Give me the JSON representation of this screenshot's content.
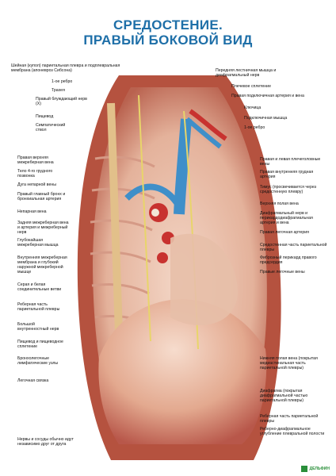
{
  "title": {
    "line1": "СРЕДОСТЕНИЕ.",
    "line2": "ПРАВЫЙ БОКОВОЙ ВИД"
  },
  "labels_left": [
    "Шейная (купол) париетальная плевра и подплевральная мембрана (апоневроз Сибсона)",
    "1-ое ребро",
    "Трахея",
    "Правый блуждающий нерв (X)",
    "Пищевод",
    "Симпатический ствол",
    "Правая верхняя межреберная вена",
    "Тело 4-го грудного позвонка",
    "Дуга непарной вены",
    "Правый главный бронх и бронхиальная артерия",
    "Непарная вена",
    "Задняя межреберная вена и артерия и межреберный нерв",
    "Глубокайшая межреберная мышца",
    "Внутренняя межреберная мембрана и глубокий наружной межреберной мышце",
    "Серая и белая соединительные ветви",
    "Реберная часть париетальной плевры",
    "Большой внутренностный нерв",
    "Пищевод и пищеводное сплетение",
    "Бронхолегочные лимфатические узлы",
    "Легочная связка"
  ],
  "labels_right": [
    "Передняя лестничная мышца и диафрагмальный нерв",
    "Плечевое сплетение",
    "Правая подключичная артерия и вена",
    "Ключица",
    "Подключичная мышца",
    "1-ое ребро",
    "Правая и левая плечеголовные вены",
    "Правая внутренняя грудная артерия",
    "Тимус (просвечивается через средостенную плевру)",
    "Верхняя полая вена",
    "Диафрагмальный нерв и перикардодиафрагмальная артерия и вена",
    "Правая легочная артерия",
    "Средостенная часть париетальной плевры",
    "Фиброзный перикард правого предсердия",
    "Правые легочные вены",
    "Нижняя полая вена (покрытая медиастинальная часть париетальной плевры)",
    "Диафрагма (покрытая диафрагмальной частью париетальной плевры)",
    "Реберная часть париетальной плевры",
    "Реберно-диафрагмальное углубление плевральной полости"
  ],
  "footnote": "Нервы и сосуды обычно идут независимо друг от друга",
  "logo": "ДЕЛЬФИН",
  "colors": {
    "title": "#1e6fa8",
    "muscle": "#c9705e",
    "vein": "#3f8fc9",
    "artery": "#c8322f",
    "nerve": "#e8d56a",
    "pleura": "#e9c3b0"
  }
}
